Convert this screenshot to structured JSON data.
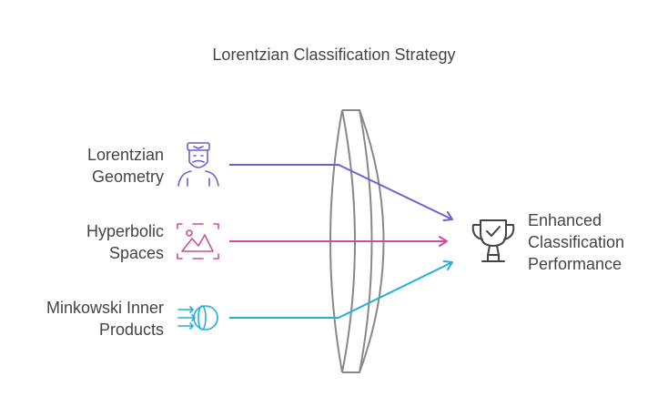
{
  "title": "Lorentzian Classification Strategy",
  "inputs": [
    {
      "id": "lorentzian",
      "lines": [
        "Lorentzian",
        "Geometry"
      ],
      "icon": "scholar-icon",
      "color": "#6c5fd2"
    },
    {
      "id": "hyperbolic",
      "lines": [
        "Hyperbolic",
        "Spaces"
      ],
      "icon": "image-landscape-icon",
      "color": "#cc4e9c"
    },
    {
      "id": "minkowski",
      "lines": [
        "Minkowski Inner",
        "Products"
      ],
      "icon": "lens-focus-icon",
      "color": "#25aed6"
    }
  ],
  "outcome": {
    "lines": [
      "Enhanced",
      "Classification",
      "Performance"
    ],
    "icon": "trophy-check-icon",
    "color": "#444444"
  },
  "lens": {
    "icon": "lens-icon",
    "color": "#888888"
  }
}
